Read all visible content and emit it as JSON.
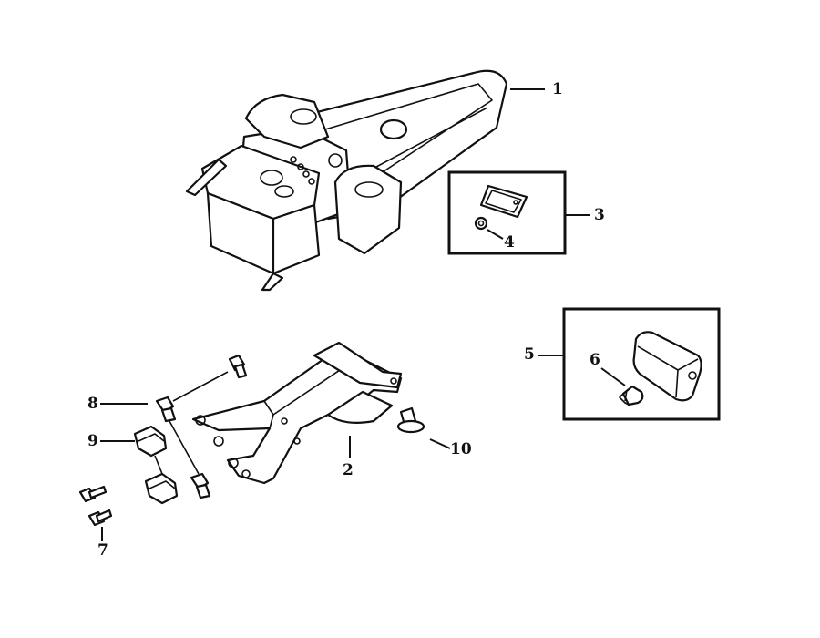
{
  "callouts": {
    "c1": "1",
    "c2": "2",
    "c3": "3",
    "c4": "4",
    "c5": "5",
    "c6": "6",
    "c7": "7",
    "c8": "8",
    "c9": "9",
    "c10": "10"
  },
  "colors": {
    "line": "#111111",
    "background": "#ffffff"
  }
}
